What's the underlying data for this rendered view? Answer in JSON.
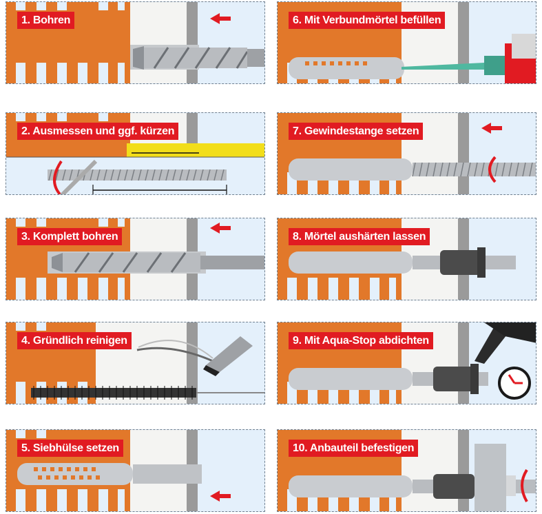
{
  "panels": [
    {
      "label": "1. Bohren"
    },
    {
      "label": "2. Ausmessen und ggf. kürzen"
    },
    {
      "label": "3. Komplett bohren"
    },
    {
      "label": "4. Gründlich reinigen"
    },
    {
      "label": "5. Siebhülse setzen"
    },
    {
      "label": "6. Mit Verbundmörtel befüllen"
    },
    {
      "label": "7. Gewindestange setzen"
    },
    {
      "label": "8. Mörtel aushärten lassen"
    },
    {
      "label": "9. Mit Aqua-Stop abdichten"
    },
    {
      "label": "10. Anbauteil befestigen"
    }
  ],
  "colors": {
    "brick": "#e2782a",
    "brick_dark": "#b85a18",
    "label_bg": "#e11b22",
    "background": "#e4f0fb",
    "insulation": "#f4f4f2",
    "plaster": "#9a9a9a",
    "steel": "#b9bcc0",
    "ruler": "#f2de1a",
    "arrow": "#e11b22"
  }
}
